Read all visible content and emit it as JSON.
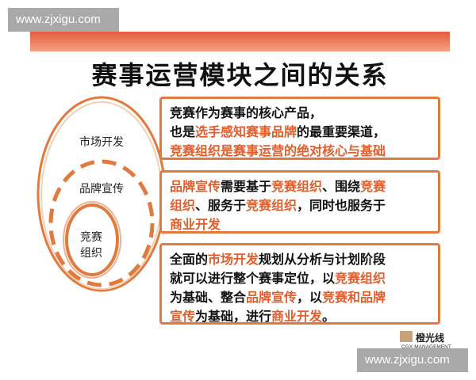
{
  "watermarks": {
    "top": "www.zjxigu.com",
    "bottom": "www.zjxigu.com"
  },
  "slide": {
    "title": "赛事运营模块之间的关系",
    "rings": {
      "outer_label": "市场开发",
      "middle_label": "品牌宣传",
      "inner_label_line1": "竞赛",
      "inner_label_line2": "组织"
    },
    "boxes": [
      {
        "line1": "竞赛作为赛事的核心产品，",
        "line2_a": "也是",
        "line2_hl": "选手感知赛事品牌",
        "line2_b": "的最重要渠道，",
        "line3_hl": "竞赛组织是赛事运营的绝对核心与基础"
      },
      {
        "p1_hl": "品牌宣传",
        "p2": "需要基于",
        "p3_hl": "竞赛组织",
        "p4": "、围绕",
        "p5_hl": "竞赛",
        "p6_hl": "组织",
        "p7": "、服务于",
        "p8_hl": "竞赛组织",
        "p9": "，同时也服务于",
        "p10_hl": "商业开发"
      },
      {
        "p1": "全面的",
        "p2_hl": "市场开发",
        "p3": "规划从分析与计划阶段",
        "p4": "就可以进行整个赛事定位，以",
        "p5_hl": "竞赛组织",
        "p6": "为基础、整合",
        "p7_hl": "品牌宣传",
        "p8": "，以",
        "p9_hl": "竞赛和品牌",
        "p10_hl": "宣传",
        "p11": "为基础，进行",
        "p12_hl": "商业开发",
        "p13": "。"
      }
    ],
    "logo": {
      "cn": "橙光线",
      "en": "CGX·MANAGEMENT"
    }
  },
  "colors": {
    "accent": "#e35d2a",
    "border": "#e07a3e",
    "band": "#e35d3e"
  }
}
